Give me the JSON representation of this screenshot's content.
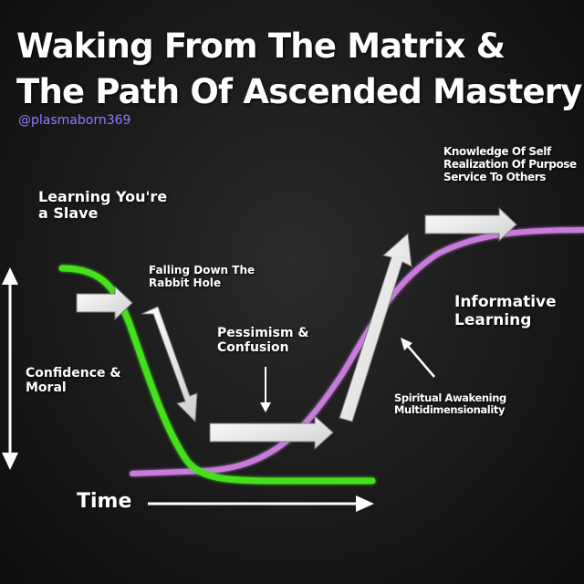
{
  "title": {
    "line1": "Waking From The Matrix &",
    "line2": "The Path Of Ascended Mastery"
  },
  "handle": "@plasmaborn369",
  "labels": {
    "learning_slave": "Learning You're\na Slave",
    "falling_down": "Falling Down The\nRabbit Hole",
    "pessimism": "Pessimism &\nConfusion",
    "knowledge": "Knowledge Of Self\nRealization Of Purpose\nService To Others",
    "informative": "Informative\nLearning",
    "spiritual": "Spiritual Awakening\nMultidimensionality",
    "confidence": "Confidence &\nMoral",
    "time": "Time"
  },
  "colors": {
    "background": "#151515",
    "confidence_curve": "#44e01a",
    "awakening_curve": "#c77bdc",
    "arrow_fill": "#ffffff",
    "handle": "#8f7cff"
  }
}
